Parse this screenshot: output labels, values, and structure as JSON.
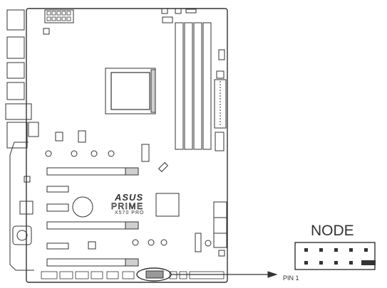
{
  "board": {
    "brand": "ASUS",
    "series": "PRIME",
    "model": "X570 PRO"
  },
  "connector": {
    "name": "NODE",
    "pin_label": "PIN 1",
    "pin_rows": 2,
    "pins_per_row": 5
  },
  "highlight": {
    "target": "node-connector",
    "shape": "ellipse"
  },
  "colors": {
    "line": "#333333",
    "fill_gray": "#cfcfcf",
    "fill_dark": "#999999"
  }
}
